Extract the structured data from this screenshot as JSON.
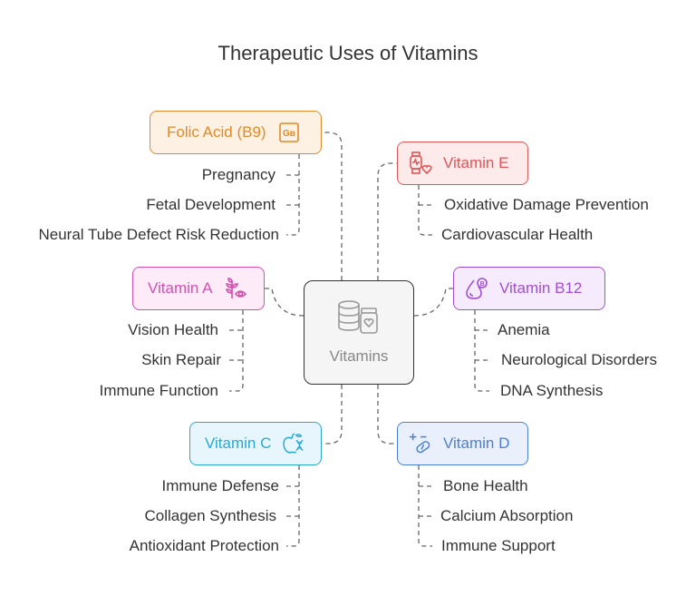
{
  "title": "Therapeutic Uses of Vitamins",
  "center": {
    "label": "Vitamins",
    "icon": "database-supplement-icon"
  },
  "vitamins": {
    "folic": {
      "label": "Folic Acid (B9)",
      "color": "#e08a2a",
      "bg": "#fdf1e3",
      "icon": "folate-molecule-icon",
      "items": [
        "Pregnancy",
        "Fetal Development",
        "Neural Tube Defect Risk Reduction"
      ]
    },
    "e": {
      "label": "Vitamin E",
      "color": "#e05555",
      "bg": "#fdeaea",
      "icon": "smartwatch-heart-icon",
      "items": [
        "Oxidative Damage Prevention",
        "Cardiovascular Health"
      ]
    },
    "a": {
      "label": "Vitamin A",
      "color": "#d44fb0",
      "bg": "#fdebf7",
      "icon": "plant-eye-icon",
      "items": [
        "Vision Health",
        "Skin Repair",
        "Immune Function"
      ]
    },
    "b12": {
      "label": "Vitamin B12",
      "color": "#a04fd4",
      "bg": "#f5ebfd",
      "icon": "drop-b-icon",
      "items": [
        "Anemia",
        "Neurological Disorders",
        "DNA Synthesis"
      ]
    },
    "c": {
      "label": "Vitamin C",
      "color": "#2aa8d4",
      "bg": "#e6f6fc",
      "icon": "apple-dna-icon",
      "items": [
        "Immune Defense",
        "Collagen Synthesis",
        "Antioxidant Protection"
      ]
    },
    "d": {
      "label": "Vitamin D",
      "color": "#4a7fd4",
      "bg": "#e9f0fc",
      "icon": "plus-minus-pill-icon",
      "items": [
        "Bone Health",
        "Calcium Absorption",
        "Immune Support"
      ]
    }
  }
}
